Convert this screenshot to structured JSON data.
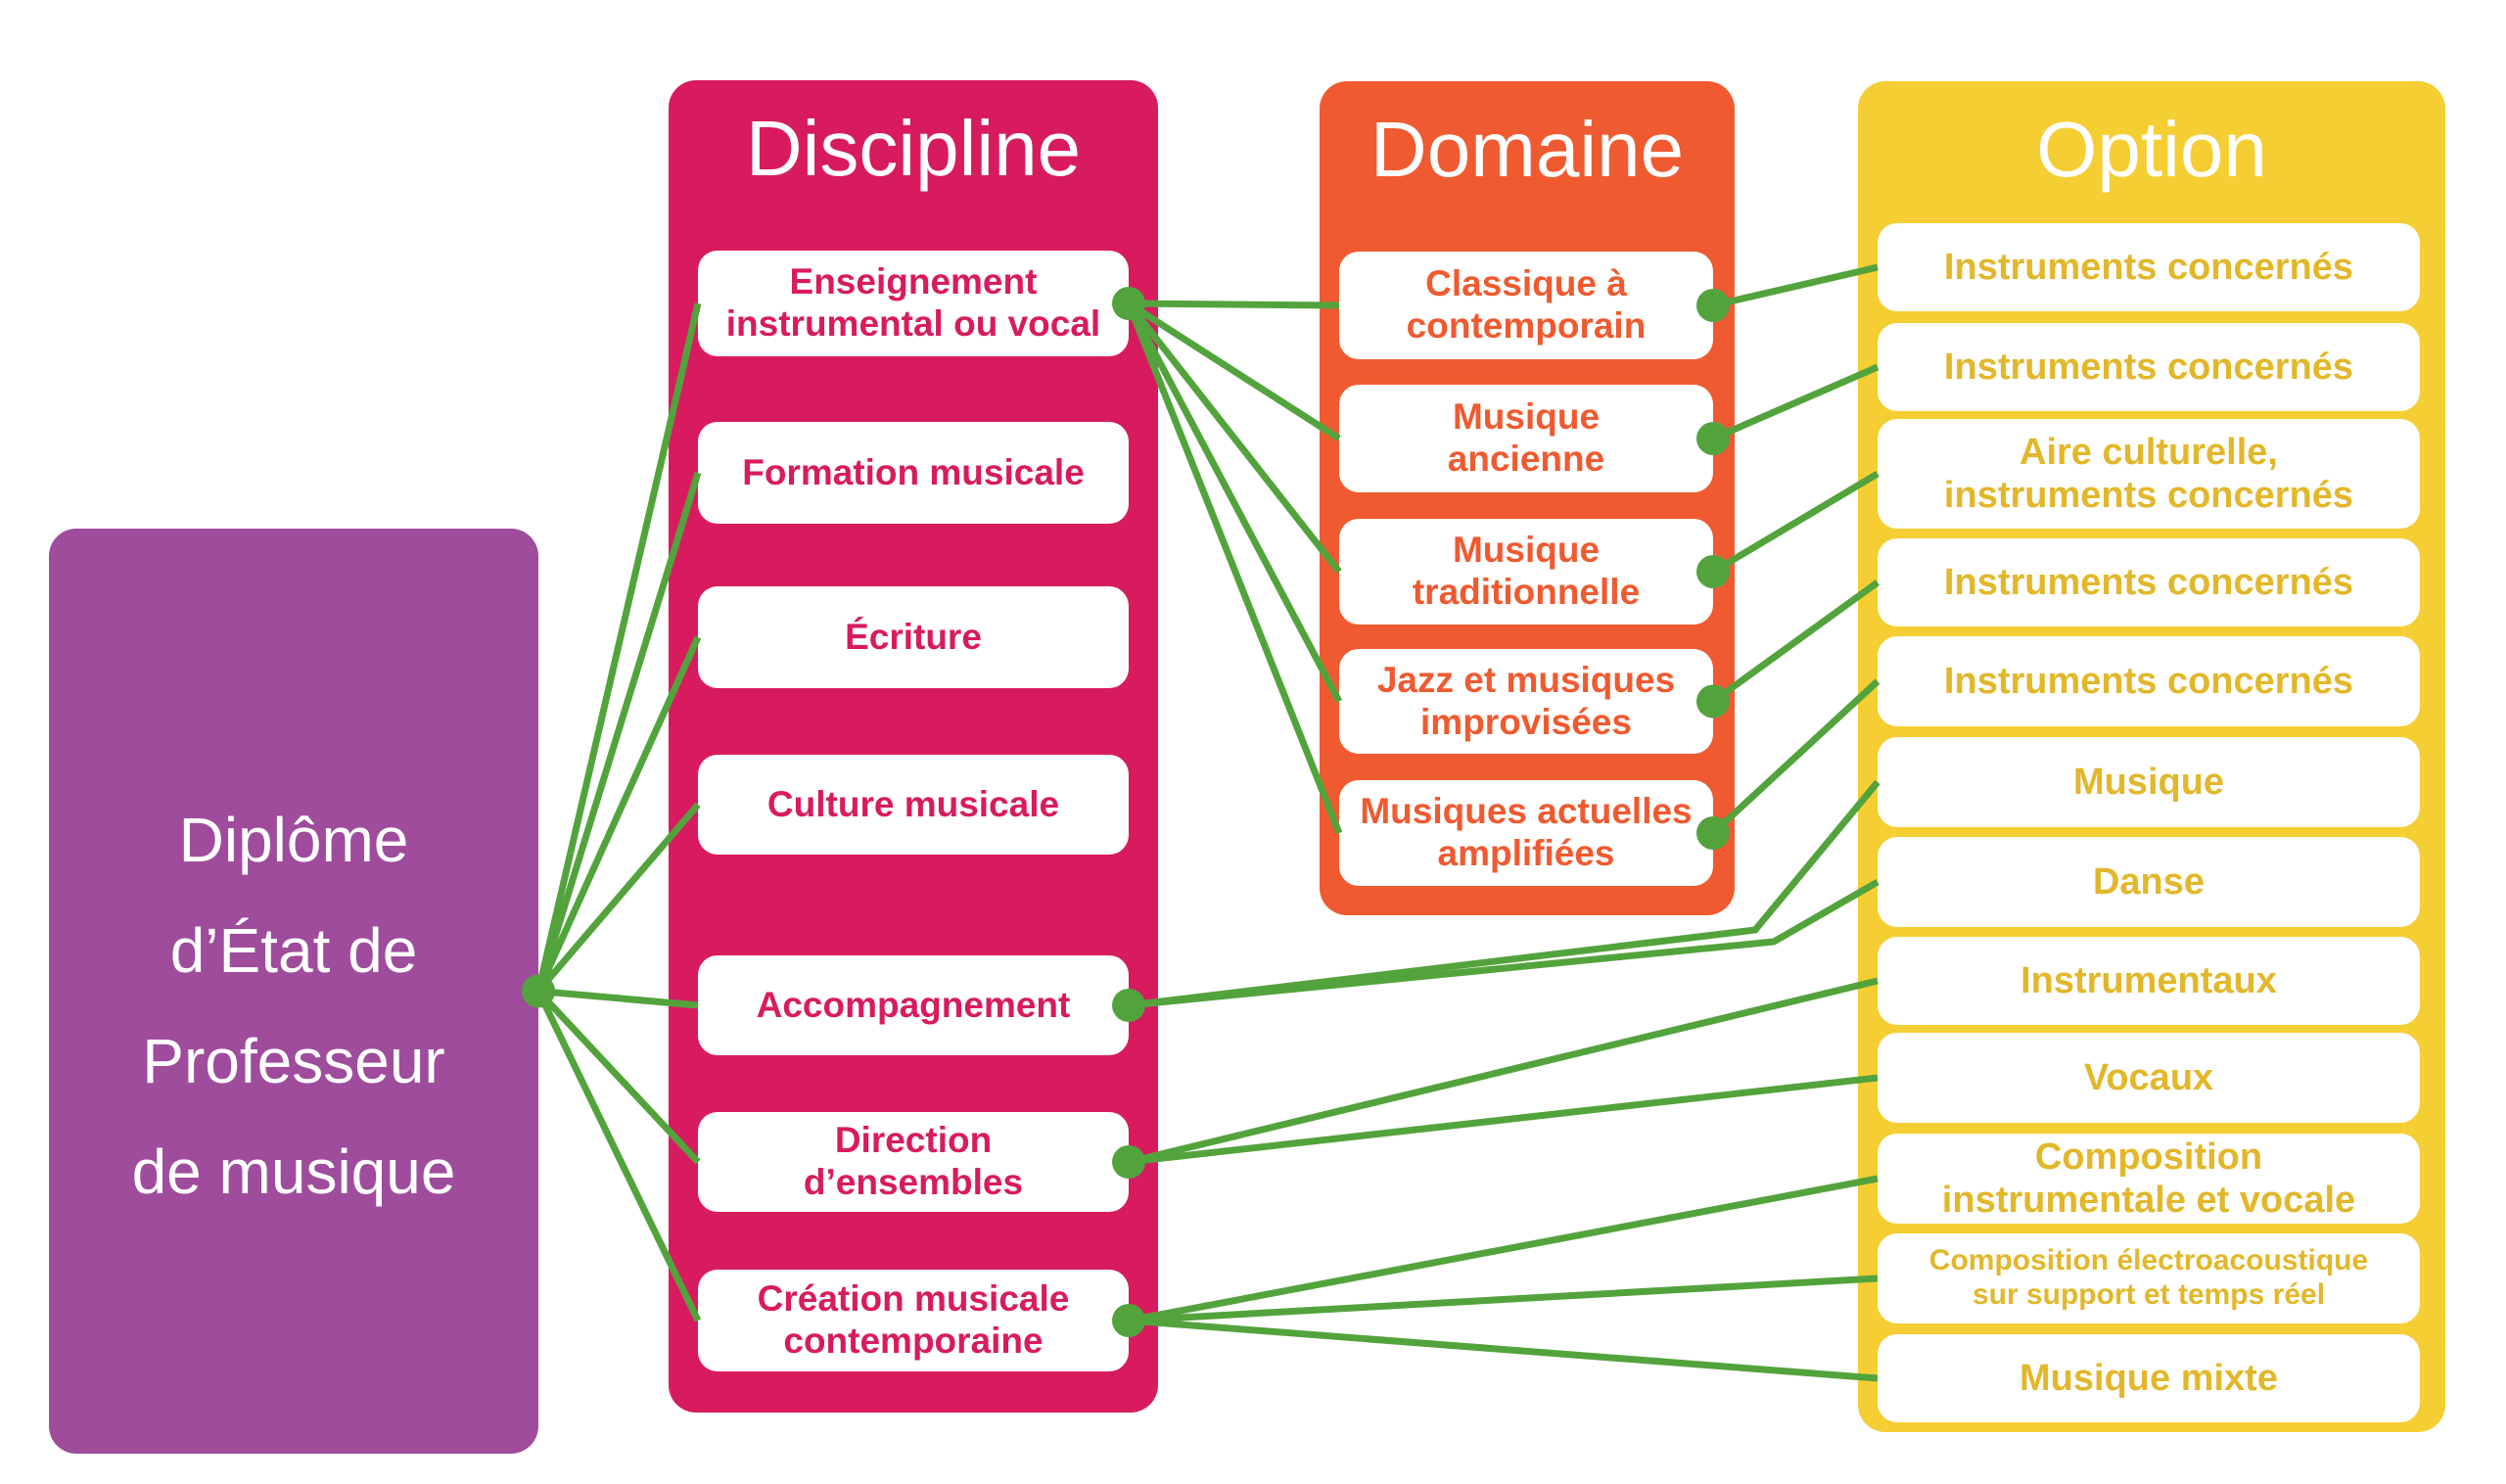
{
  "root": {
    "label": "Diplôme\nd’État de\nProfesseur\nde musique"
  },
  "columns": {
    "discipline": {
      "header": "Discipline",
      "items": [
        {
          "id": "d1",
          "label": "Enseignement\ninstrumental ou vocal"
        },
        {
          "id": "d2",
          "label": "Formation musicale"
        },
        {
          "id": "d3",
          "label": "Écriture"
        },
        {
          "id": "d4",
          "label": "Culture musicale"
        },
        {
          "id": "d5",
          "label": "Accompagnement"
        },
        {
          "id": "d6",
          "label": "Direction\nd’ensembles"
        },
        {
          "id": "d7",
          "label": "Création musicale\ncontemporaine"
        }
      ]
    },
    "domaine": {
      "header": "Domaine",
      "items": [
        {
          "id": "m1",
          "label": "Classique à\ncontemporain"
        },
        {
          "id": "m2",
          "label": "Musique\nancienne"
        },
        {
          "id": "m3",
          "label": "Musique\ntraditionnelle"
        },
        {
          "id": "m4",
          "label": "Jazz et musiques\nimprovisées"
        },
        {
          "id": "m5",
          "label": "Musiques actuelles\namplifiées"
        }
      ]
    },
    "option": {
      "header": "Option",
      "items": [
        {
          "id": "o1",
          "label": "Instruments concernés"
        },
        {
          "id": "o2",
          "label": "Instruments concernés"
        },
        {
          "id": "o3",
          "label": "Aire culturelle,\ninstruments concernés"
        },
        {
          "id": "o4",
          "label": "Instruments concernés"
        },
        {
          "id": "o5",
          "label": "Instruments concernés"
        },
        {
          "id": "o6",
          "label": "Musique"
        },
        {
          "id": "o7",
          "label": "Danse"
        },
        {
          "id": "o8",
          "label": "Instrumentaux"
        },
        {
          "id": "o9",
          "label": "Vocaux"
        },
        {
          "id": "o10",
          "label": "Composition\ninstrumentale et vocale"
        },
        {
          "id": "o11",
          "label": "Composition électroacoustique\nsur support et temps réel"
        },
        {
          "id": "o12",
          "label": "Musique mixte"
        }
      ]
    }
  },
  "colors": {
    "root_purple": "#9F4C9D",
    "discipline_pink": "#D81B5F",
    "domaine_orange": "#F05A30",
    "option_yellow": "#F5CE33",
    "option_text_gold": "#E2B72A",
    "connector_green": "#53A33D",
    "box_white": "#FFFFFF"
  },
  "connections": [
    {
      "from": "root",
      "to": "d1"
    },
    {
      "from": "root",
      "to": "d2"
    },
    {
      "from": "root",
      "to": "d3"
    },
    {
      "from": "root",
      "to": "d4"
    },
    {
      "from": "root",
      "to": "d5"
    },
    {
      "from": "root",
      "to": "d6"
    },
    {
      "from": "root",
      "to": "d7"
    },
    {
      "from": "d1",
      "to": "m1"
    },
    {
      "from": "d1",
      "to": "m2"
    },
    {
      "from": "d1",
      "to": "m3"
    },
    {
      "from": "d1",
      "to": "m4"
    },
    {
      "from": "d1",
      "to": "m5"
    },
    {
      "from": "m1",
      "to": "o1"
    },
    {
      "from": "m2",
      "to": "o2"
    },
    {
      "from": "m3",
      "to": "o3"
    },
    {
      "from": "m4",
      "to": "o4"
    },
    {
      "from": "m5",
      "to": "o5"
    },
    {
      "from": "d5",
      "to": "o6"
    },
    {
      "from": "d5",
      "to": "o7"
    },
    {
      "from": "d6",
      "to": "o8"
    },
    {
      "from": "d6",
      "to": "o9"
    },
    {
      "from": "d7",
      "to": "o10"
    },
    {
      "from": "d7",
      "to": "o11"
    },
    {
      "from": "d7",
      "to": "o12"
    }
  ]
}
